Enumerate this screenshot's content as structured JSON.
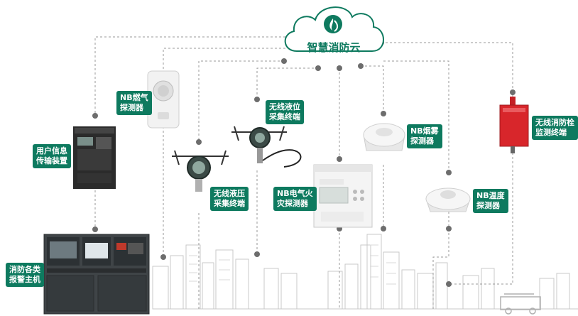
{
  "cloud": {
    "title": "智慧消防云"
  },
  "nodes": {
    "gas": "NB燃气\n探测器",
    "user_info": "用户信息\n传输装置",
    "liquid_level": "无线液位\n采集终端",
    "liquid_pressure": "无线液压\n采集终端",
    "electric_fire": "NB电气火\n灾探测器",
    "smoke": "NB烟雾\n探测器",
    "temperature": "NB温度\n探测器",
    "hydrant": "无线消防栓\n监测终端",
    "alarm_host": "消防各类\n报警主机"
  },
  "colors": {
    "accent": "#0e7a5f",
    "line": "#9a9a9a",
    "dot": "#6d6d6d",
    "hydrant": "#d8262b"
  }
}
